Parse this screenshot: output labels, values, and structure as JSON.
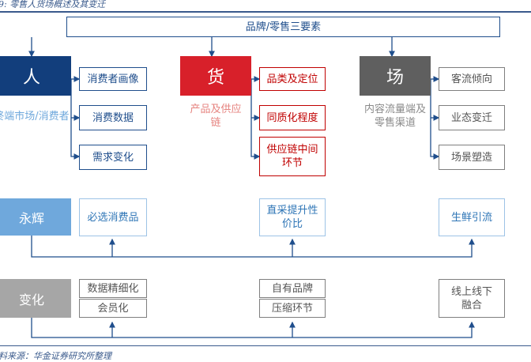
{
  "caption": "9: 零售人货场概述及其变迁",
  "source": "料来源：华金证券研究所整理",
  "title_box": "品牌/零售三要素",
  "ren": {
    "lead": "人",
    "sub": "终端市场/消费者",
    "items": [
      "消费者画像",
      "消费数据",
      "需求变化"
    ]
  },
  "huo": {
    "lead": "货",
    "sub": "产品及供应链",
    "items": [
      "品类及定位",
      "同质化程度",
      "供应链中间环节"
    ]
  },
  "chang": {
    "lead": "场",
    "sub": "内容流量端及零售渠道",
    "items": [
      "客流倾向",
      "业态变迁",
      "场景塑造"
    ]
  },
  "yonghui": {
    "lead": "永辉",
    "items": [
      "必选消费品",
      "直采提升性价比",
      "生鲜引流"
    ]
  },
  "change": {
    "lead": "变化",
    "col1": [
      "数据精细化",
      "会员化"
    ],
    "col2": [
      "自有品牌",
      "压缩环节"
    ],
    "col3": "线上线下融合"
  },
  "colors": {
    "ren": "#123e7c",
    "huo": "#d8202a",
    "chang": "#5f5f5f",
    "yonghui": "#6fa8dc",
    "change": "#a6a6a6",
    "accent": "#1f4e8c"
  }
}
